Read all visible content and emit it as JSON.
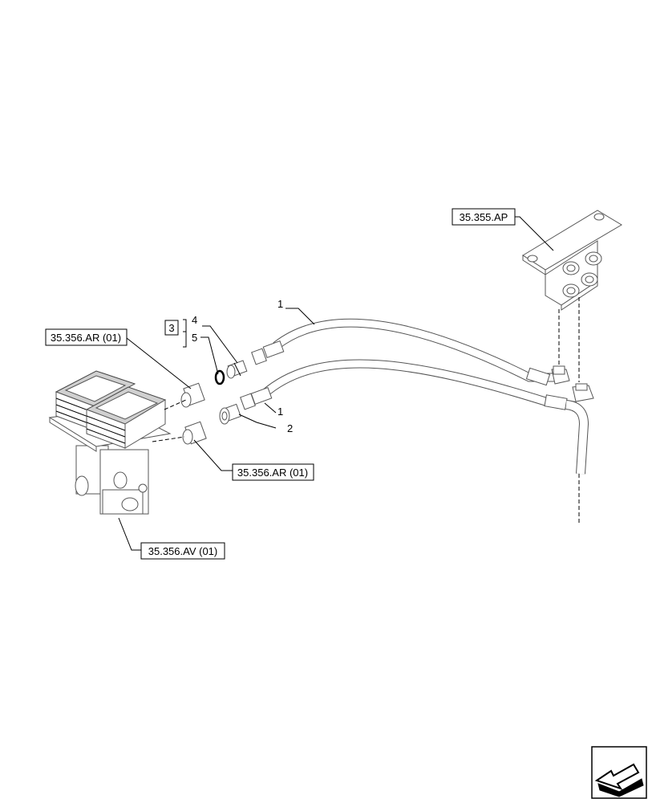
{
  "references": {
    "ref_35355ap": "35.355.AP",
    "ref_35356ar_top": "35.356.AR (01)",
    "ref_35356ar_bottom": "35.356.AR (01)",
    "ref_35356av": "35.356.AV (01)"
  },
  "callouts": {
    "hose_upper": "1",
    "hose_lower": "1",
    "fitting": "2",
    "kit": "3",
    "adapter": "4",
    "seal": "5"
  },
  "icons": {
    "nav_arrow": "next-page-arrow-icon"
  }
}
